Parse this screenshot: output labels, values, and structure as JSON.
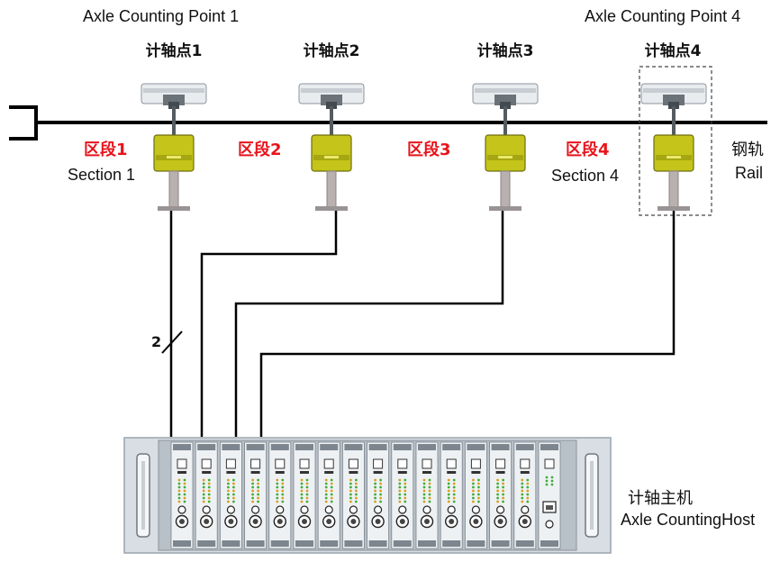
{
  "colors": {
    "section_label": "#e8141c",
    "sensor_body": "#c4c41a",
    "rail": "#000000",
    "rack_frame": "#d0d8e0"
  },
  "axle_points": [
    {
      "cn": "计轴点1",
      "en": "Axle Counting Point 1"
    },
    {
      "cn": "计轴点2",
      "en": ""
    },
    {
      "cn": "计轴点3",
      "en": ""
    },
    {
      "cn": "计轴点4",
      "en": "Axle Counting Point 4"
    }
  ],
  "sections": [
    {
      "cn": "区段1",
      "en": "Section 1"
    },
    {
      "cn": "区段2",
      "en": ""
    },
    {
      "cn": "区段3",
      "en": ""
    },
    {
      "cn": "区段4",
      "en": "Section 4"
    }
  ],
  "rail": {
    "cn": "钢轨",
    "en": "Rail"
  },
  "cable_marker": "2",
  "host": {
    "cn": "计轴主机",
    "en": "Axle CountingHost"
  },
  "icons": {
    "sensor": "axle-sensor-icon",
    "rack": "server-rack-icon"
  }
}
